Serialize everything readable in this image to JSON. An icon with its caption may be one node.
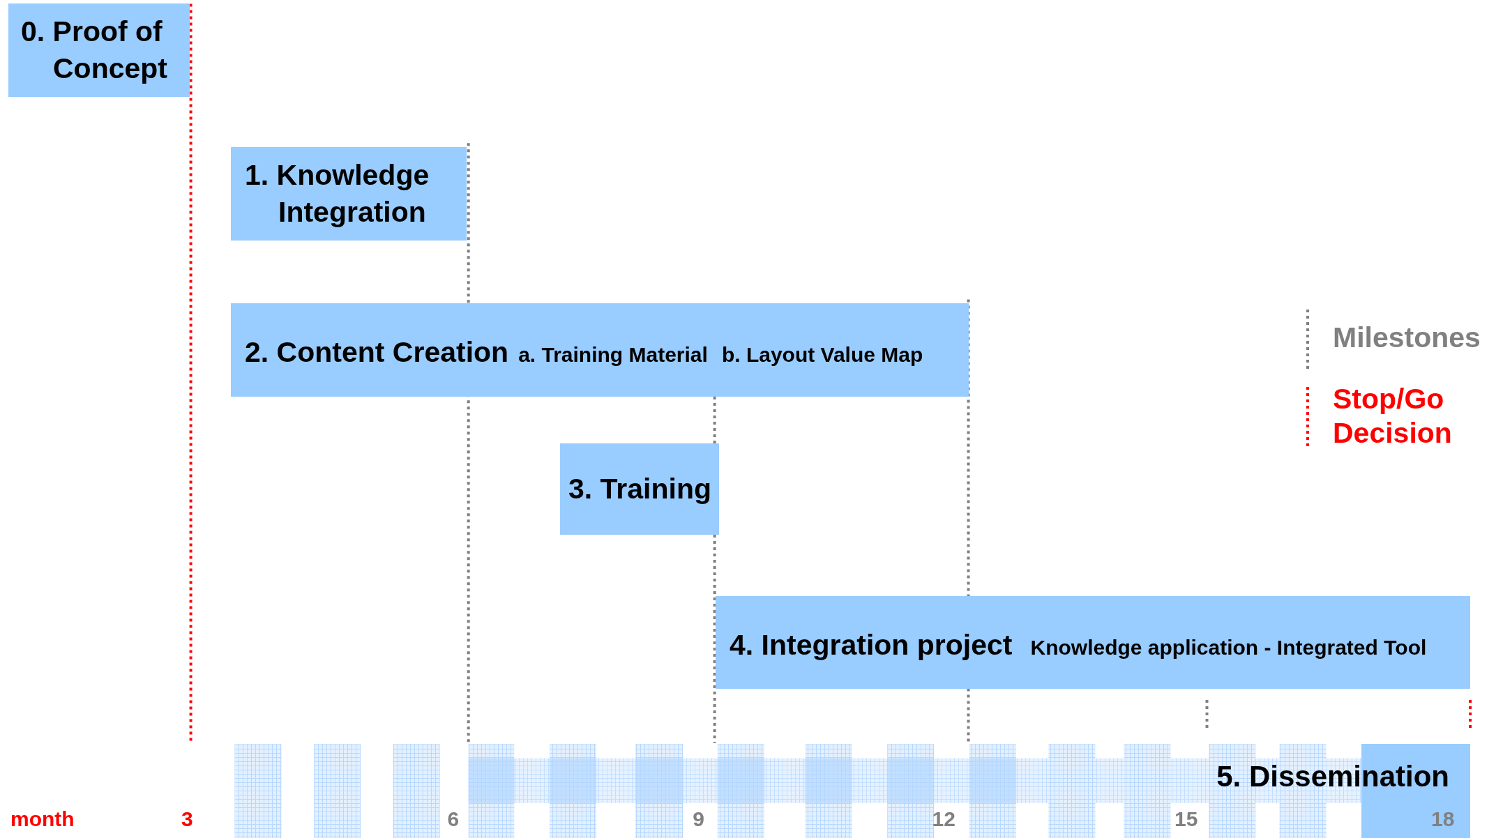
{
  "diagram": {
    "nodes": [
      {
        "text": [
          "0. Proof of Concept"
        ]
      },
      {
        "text": [
          "1. Knowledge Integration"
        ]
      },
      {
        "text": [
          "2. Content Creation",
          "a. Training Material",
          "b. Layout Value Map"
        ]
      },
      {
        "text": [
          "3. Training"
        ]
      },
      {
        "text": [
          "4. Integration project",
          "Knowledge application - Integrated Tool"
        ]
      },
      {
        "text": [
          "5. Dissemination"
        ]
      }
    ],
    "labels": [
      "month",
      "3",
      "6",
      "9",
      "12",
      "15",
      "18"
    ],
    "legend": [
      {
        "text": "Milestones"
      },
      {
        "text": "Stop/Go Decision"
      }
    ]
  }
}
